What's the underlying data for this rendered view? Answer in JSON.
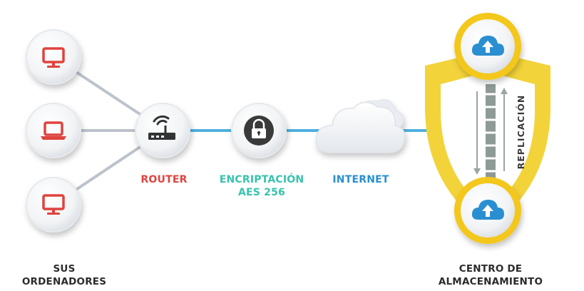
{
  "labels": {
    "computers_line1": "SUS",
    "computers_line2": "ORDENADORES",
    "router": "ROUTER",
    "encryption_line1": "ENCRIPTACIÓN",
    "encryption_line2": "AES 256",
    "internet": "INTERNET",
    "datacenter_line1": "CENTRO DE",
    "datacenter_line2": "ALMACENAMIENTO",
    "replication": "REPLICACIÓN"
  },
  "icons": {
    "computer_1": "monitor-icon",
    "computer_2": "laptop-icon",
    "computer_3": "monitor-icon",
    "router": "router-icon",
    "encryption": "lock-icon",
    "internet": "cloud-icon",
    "storage_top": "cloud-upload-icon",
    "storage_bottom": "cloud-upload-icon"
  },
  "colors": {
    "computer_icon": "#e0433e",
    "router_label": "#e0433e",
    "encryption_label": "#36c3ad",
    "internet_label": "#2a8fd1",
    "link_line": "#4fb0df",
    "shield": "#f3d33a",
    "storage_ring": "#f3c71f",
    "storage_icon": "#2a8fd1",
    "router_icon": "#333333",
    "lock_circle": "#3a3a3a",
    "text_dark": "#2b2b2b"
  }
}
